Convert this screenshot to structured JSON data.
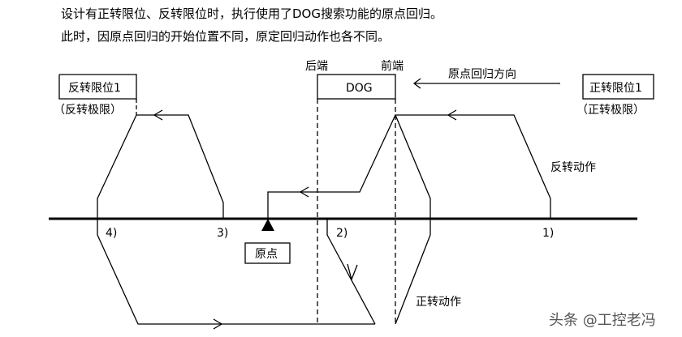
{
  "intro": {
    "line1": "设计有正转限位、反转限位时，执行使用了DOG搜索功能的原点回归。",
    "line2": "此时，因原点回归的开始位置不同，原定回归动作也各不同。"
  },
  "diagram": {
    "rear_end": "后端",
    "front_end": "前端",
    "dog": "DOG",
    "return_direction": "原点回归方向",
    "reverse_limit": "反转限位1",
    "reverse_limit_note": "（反转极限）",
    "forward_limit": "正转限位1",
    "forward_limit_note": "（正转极限）",
    "reverse_action": "反转动作",
    "forward_action": "正转动作",
    "origin": "原点",
    "cases": [
      "1)",
      "2)",
      "3)",
      "4)"
    ]
  },
  "watermark": "头条 @工控老冯"
}
